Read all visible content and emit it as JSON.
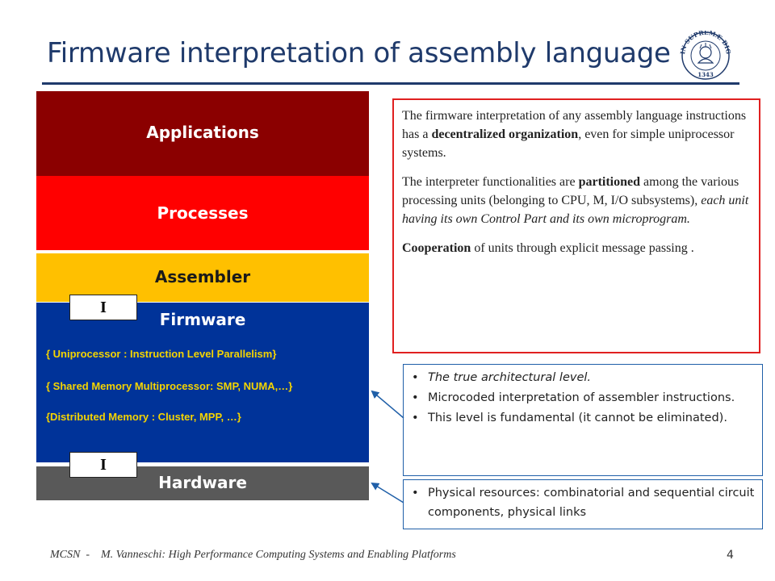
{
  "slide": {
    "title": "Firmware interpretation of assembly language",
    "logo": {
      "motto": "IN SUPREMÆ DIGNITATIS",
      "year": "1343"
    }
  },
  "layers": {
    "applications": "Applications",
    "processes": "Processes",
    "assembler": "Assembler",
    "firmware": {
      "title": "Firmware",
      "lines": [
        "{ Uniprocessor : Instruction Level Parallelism}",
        "{ Shared Memory Multiprocessor: SMP, NUMA,…}",
        "{Distributed Memory : Cluster, MPP, …}"
      ]
    },
    "hardware": "Hardware"
  },
  "interfaces": [
    "I",
    "I"
  ],
  "redbox": {
    "p1": {
      "a": "The firmware interpretation of  any assembly language instructions has a ",
      "b": "decentralized organization",
      "c": ", even for simple uniprocessor systems."
    },
    "p2": {
      "a": "The interpreter functionalities are ",
      "b": "partitioned",
      "c": " among the various processing units (belonging to CPU, M, I/O subsystems), ",
      "d": "each unit having its own Control Part and its own microprogram."
    },
    "p3": {
      "a": "Cooperation",
      "b": " of units through explicit message passing ."
    }
  },
  "firmware_notes": [
    "The true architectural level.",
    "Microcoded interpretation of assembler instructions.",
    "This level is fundamental (it cannot be eliminated)."
  ],
  "hardware_notes": [
    "Physical resources: combinatorial and sequential circuit components, physical links"
  ],
  "footer": {
    "text": "MCSN  -    M. Vanneschi: High Performance Computing Systems and Enabling Platforms",
    "page": "4"
  },
  "colors": {
    "applications": "#8b0000",
    "processes": "#ff0000",
    "assembler": "#ffc000",
    "firmware": "#003399",
    "hardware": "#595959",
    "title": "#1f3a6b"
  }
}
